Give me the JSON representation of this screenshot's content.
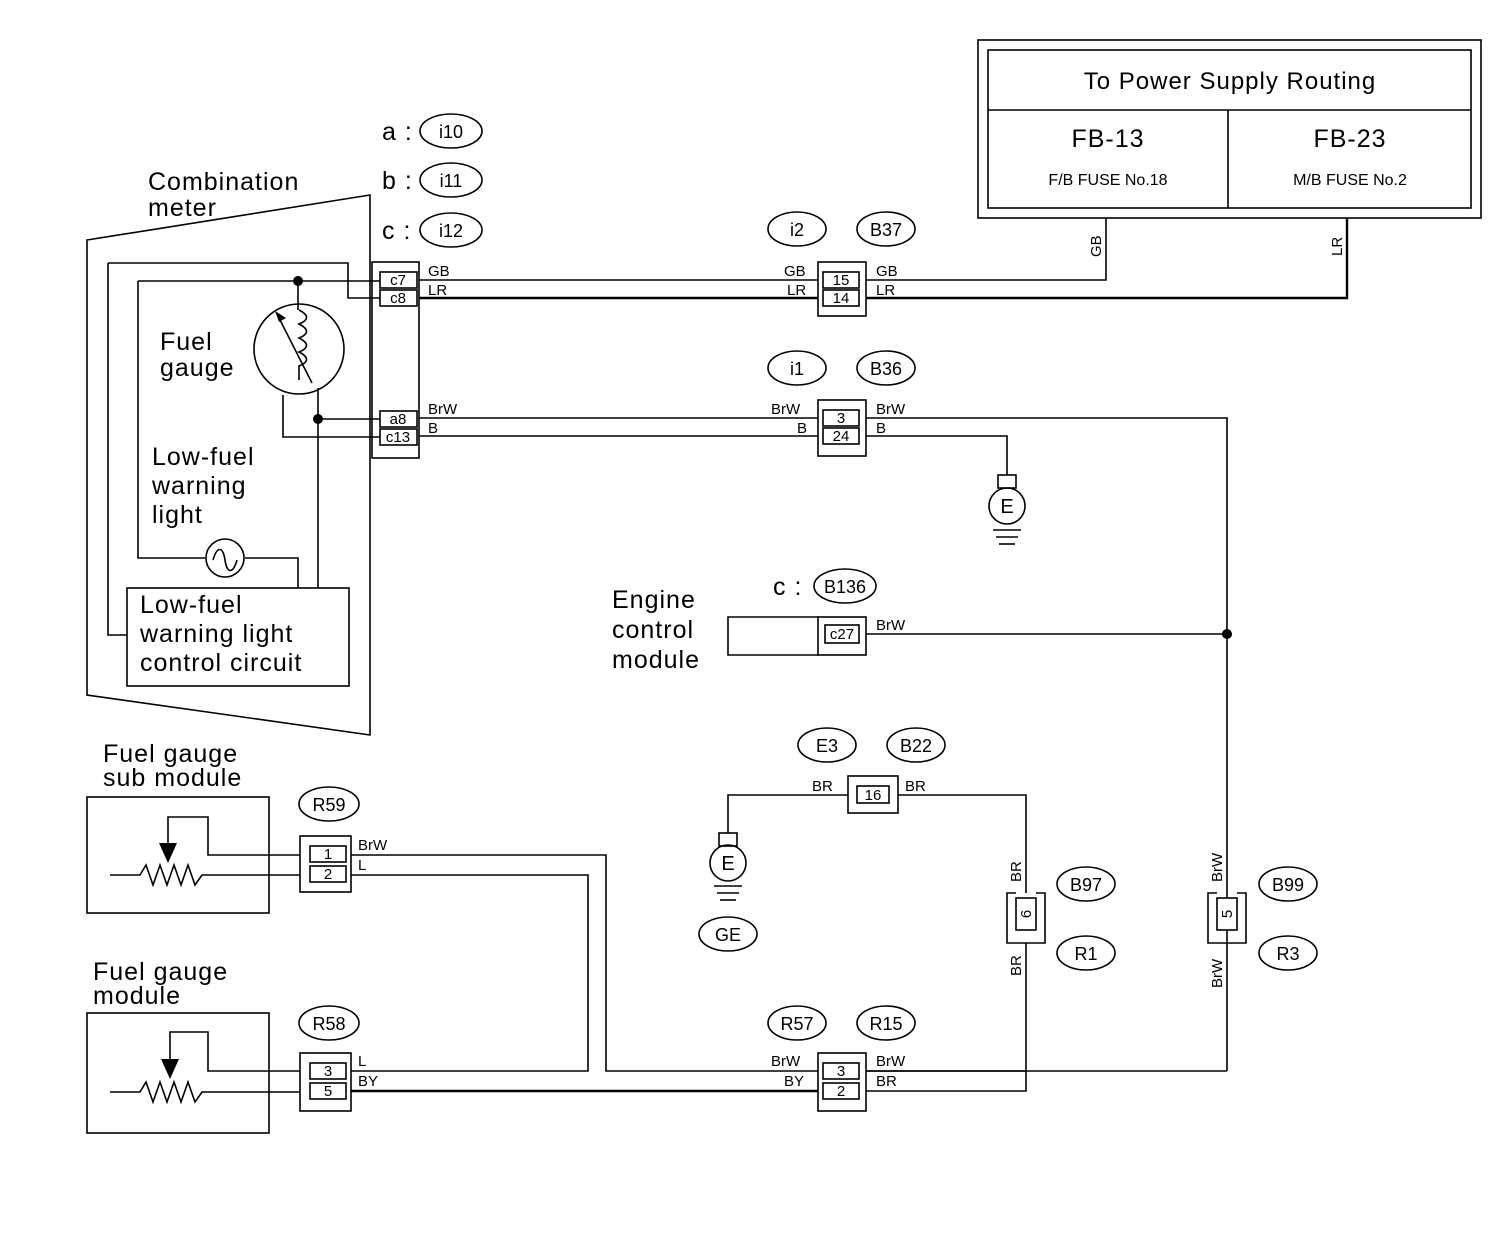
{
  "power_supply": {
    "title": "To Power Supply Routing",
    "fuse_left": {
      "code": "FB-13",
      "desc": "F/B FUSE No.18"
    },
    "fuse_right": {
      "code": "FB-23",
      "desc": "M/B FUSE No.2"
    }
  },
  "combination_meter": {
    "label_line1": "Combination",
    "label_line2": "meter",
    "connector_key": [
      {
        "letter": "a :",
        "id": "i10"
      },
      {
        "letter": "b :",
        "id": "i11"
      },
      {
        "letter": "c :",
        "id": "i12"
      }
    ],
    "fuel_gauge_line1": "Fuel",
    "fuel_gauge_line2": "gauge",
    "lowfuel_light_line1": "Low-fuel",
    "lowfuel_light_line2": "warning",
    "lowfuel_light_line3": "light",
    "control_circuit_line1": "Low-fuel",
    "control_circuit_line2": "warning light",
    "control_circuit_line3": "control circuit",
    "pins": [
      "c7",
      "c8",
      "a8",
      "c13"
    ]
  },
  "connectors": {
    "i2": "i2",
    "B37": "B37",
    "i1": "i1",
    "B36": "B36",
    "B136": "B136",
    "E3": "E3",
    "B22": "B22",
    "B97": "B97",
    "R1": "R1",
    "B99": "B99",
    "R3": "R3",
    "R59": "R59",
    "R58": "R58",
    "R57": "R57",
    "R15": "R15",
    "GE": "GE"
  },
  "pins": {
    "p15": "15",
    "p14": "14",
    "p3a": "3",
    "p24": "24",
    "c27": "c27",
    "p16": "16",
    "p6": "6",
    "p5": "5",
    "p1": "1",
    "p2": "2",
    "p3b": "3",
    "p5b": "5",
    "p3c": "3",
    "p2c": "2"
  },
  "wire_colors": {
    "GB": "GB",
    "LR": "LR",
    "BrW": "BrW",
    "B": "B",
    "BR": "BR",
    "L": "L",
    "BY": "BY"
  },
  "ecm": {
    "line1": "Engine",
    "line2": "control",
    "line3": "module",
    "conn_letter": "c :"
  },
  "sub_module": {
    "line1": "Fuel gauge",
    "line2": "sub module"
  },
  "gauge_module": {
    "line1": "Fuel gauge",
    "line2": "module"
  },
  "ground_symbol": "E"
}
